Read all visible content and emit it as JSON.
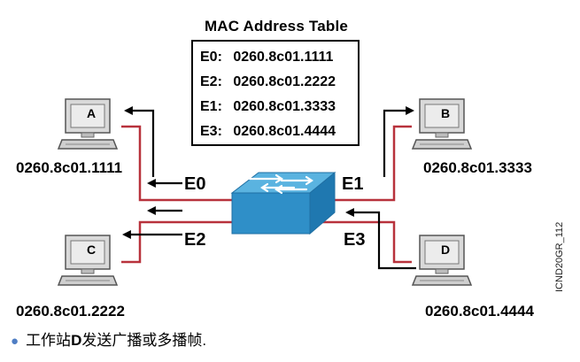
{
  "mac_table": {
    "title": "MAC Address Table",
    "rows": [
      {
        "port": "E0:",
        "mac": "0260.8c01.1111"
      },
      {
        "port": "E2:",
        "mac": "0260.8c01.2222"
      },
      {
        "port": "E1:",
        "mac": "0260.8c01.3333"
      },
      {
        "port": "E3:",
        "mac": "0260.8c01.4444"
      }
    ]
  },
  "hosts": {
    "a": {
      "letter": "A",
      "mac": "0260.8c01.1111"
    },
    "b": {
      "letter": "B",
      "mac": "0260.8c01.3333"
    },
    "c": {
      "letter": "C",
      "mac": "0260.8c01.2222"
    },
    "d": {
      "letter": "D",
      "mac": "0260.8c01.4444"
    }
  },
  "ports": {
    "e0": "E0",
    "e1": "E1",
    "e2": "E2",
    "e3": "E3"
  },
  "footnote": {
    "prefix": "工作站",
    "bold": "D",
    "suffix": "发送广播或多播帧."
  },
  "side_tag": "ICND20GR_112",
  "colors": {
    "link_red": "#b8323c",
    "switch_blue": "#2f8fc8",
    "switch_top": "#5ab3e0",
    "bullet": "#4f7ec4"
  },
  "icons": {
    "host": "computer-icon",
    "switch": "switch-icon",
    "arrow": "arrow-icon"
  }
}
